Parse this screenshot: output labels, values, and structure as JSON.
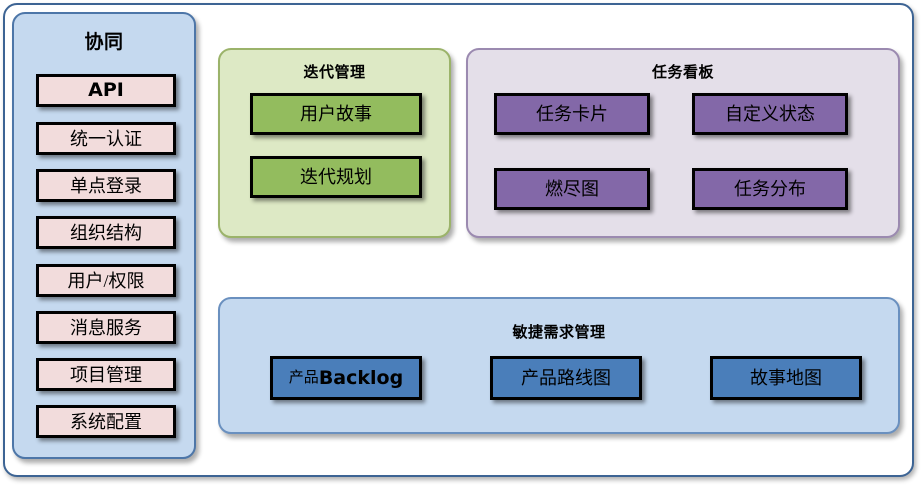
{
  "diagram": {
    "title": "",
    "colors": {
      "frame_border": "#3d6494",
      "panel_blue_bg": "#c5d9ef",
      "panel_green_bg": "#dde9c5",
      "panel_purple_bg": "#e4dfe9",
      "box_pink": "#f2dcdc",
      "box_green": "#93bc5e",
      "box_purple": "#8368a8",
      "box_blue": "#4a7eba",
      "box_border": "#000000"
    }
  },
  "collaboration": {
    "title": "协同",
    "items": [
      {
        "label": "API"
      },
      {
        "label": "统一认证"
      },
      {
        "label": "单点登录"
      },
      {
        "label": "组织结构"
      },
      {
        "label": "用户/权限"
      },
      {
        "label": "消息服务"
      },
      {
        "label": "项目管理"
      },
      {
        "label": "系统配置"
      }
    ]
  },
  "iteration": {
    "title": "迭代管理",
    "items": [
      {
        "label": "用户故事"
      },
      {
        "label": "迭代规划"
      }
    ]
  },
  "taskboard": {
    "title": "任务看板",
    "items": [
      {
        "label": "任务卡片"
      },
      {
        "label": "自定义状态"
      },
      {
        "label": "燃尽图"
      },
      {
        "label": "任务分布"
      }
    ]
  },
  "agile": {
    "title": "敏捷需求管理",
    "items": [
      {
        "label": "产品Backlog",
        "cn": "产品",
        "en": "Backlog"
      },
      {
        "label": "产品路线图"
      },
      {
        "label": "故事地图"
      }
    ]
  }
}
